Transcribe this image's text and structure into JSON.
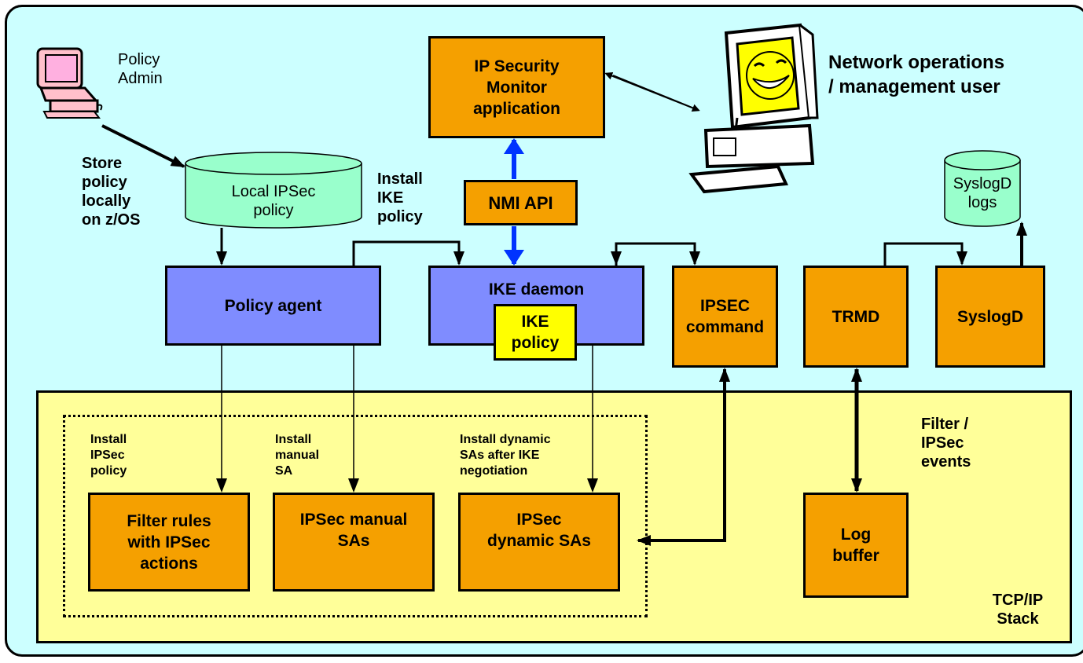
{
  "labels": {
    "policy_admin": "Policy\nAdmin",
    "store_policy": "Store\npolicy\nlocally\non z/OS",
    "local_ipsec_policy": "Local IPSec\npolicy",
    "install_ike_policy": "Install\nIKE\npolicy",
    "ip_security_monitor": "IP Security\nMonitor\napplication",
    "nmi_api": "NMI API",
    "network_ops_user": "Network operations\n/ management user",
    "syslogd_logs": "SyslogD\nlogs",
    "policy_agent": "Policy agent",
    "ike_daemon": "IKE daemon",
    "ike_policy": "IKE\npolicy",
    "ipsec_command": "IPSEC\ncommand",
    "trmd": "TRMD",
    "syslogd": "SyslogD",
    "install_ipsec_policy": "Install\nIPSec\npolicy",
    "install_manual_sa": "Install\nmanual\nSA",
    "install_dynamic_sas": "Install dynamic\nSAs after IKE\nnegotiation",
    "filter_rules": "Filter rules\nwith IPSec\nactions",
    "ipsec_manual_sas": "IPSec manual\nSAs",
    "ipsec_dynamic_sas": "IPSec\ndynamic SAs",
    "filter_ipsec_events": "Filter /\nIPSec\nevents",
    "log_buffer": "Log\nbuffer",
    "tcpip_stack": "TCP/IP\nStack"
  },
  "colors": {
    "background": "#ccffff",
    "stack": "#ffff99",
    "orange_box": "#f5a000",
    "blue_box": "#7f8cff",
    "ike_policy_box": "#ffff00",
    "nmi_arrow": "#0033ff",
    "database": "#99ffcc"
  },
  "icons": [
    "policy-admin-computer-icon",
    "network-operations-smiling-computer-icon",
    "database-cylinder-icon"
  ]
}
